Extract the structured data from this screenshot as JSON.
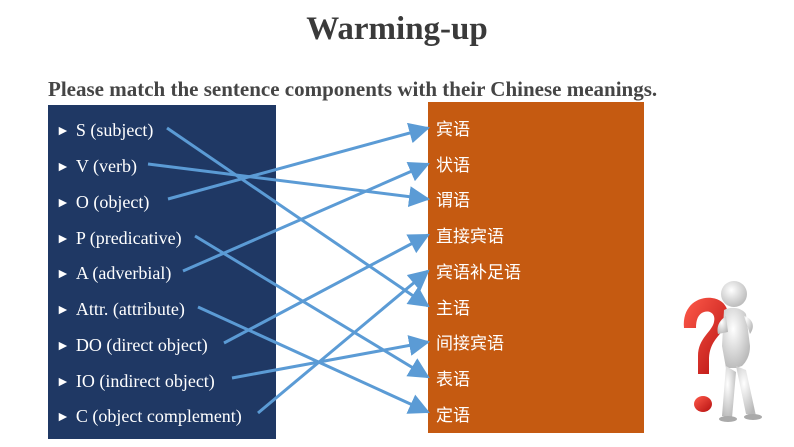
{
  "slide": {
    "title": "Warming-up",
    "instruction": "Please match the sentence components with their Chinese meanings.",
    "left_items": [
      {
        "bullet": "►",
        "label": "S (subject)"
      },
      {
        "bullet": "►",
        "label": "V (verb)"
      },
      {
        "bullet": "►",
        "label": "O (object)"
      },
      {
        "bullet": "►",
        "label": "P (predicative)"
      },
      {
        "bullet": "►",
        "label": "A (adverbial)"
      },
      {
        "bullet": "►",
        "label": "Attr. (attribute)"
      },
      {
        "bullet": "►",
        "label": "DO (direct object)"
      },
      {
        "bullet": "►",
        "label": "IO (indirect object)"
      },
      {
        "bullet": "►",
        "label": "C (object complement)"
      }
    ],
    "right_items": [
      "宾语",
      "状语",
      "谓语",
      "直接宾语",
      "宾语补足语",
      "主语",
      "间接宾语",
      "表语",
      "定语"
    ],
    "matches": [
      {
        "from": 0,
        "to": 5
      },
      {
        "from": 1,
        "to": 2
      },
      {
        "from": 2,
        "to": 0
      },
      {
        "from": 3,
        "to": 7
      },
      {
        "from": 4,
        "to": 1
      },
      {
        "from": 5,
        "to": 8
      },
      {
        "from": 6,
        "to": 3
      },
      {
        "from": 7,
        "to": 6
      },
      {
        "from": 8,
        "to": 4
      }
    ]
  },
  "colors": {
    "left_panel": "#1f3864",
    "right_panel": "#c55a11",
    "arrow": "#5b9bd5",
    "text": "#ffffff",
    "title": "#3a3a3a",
    "question_mark": "#e02020"
  },
  "decoration": {
    "icon": "thinking-person-question-mark-icon"
  }
}
